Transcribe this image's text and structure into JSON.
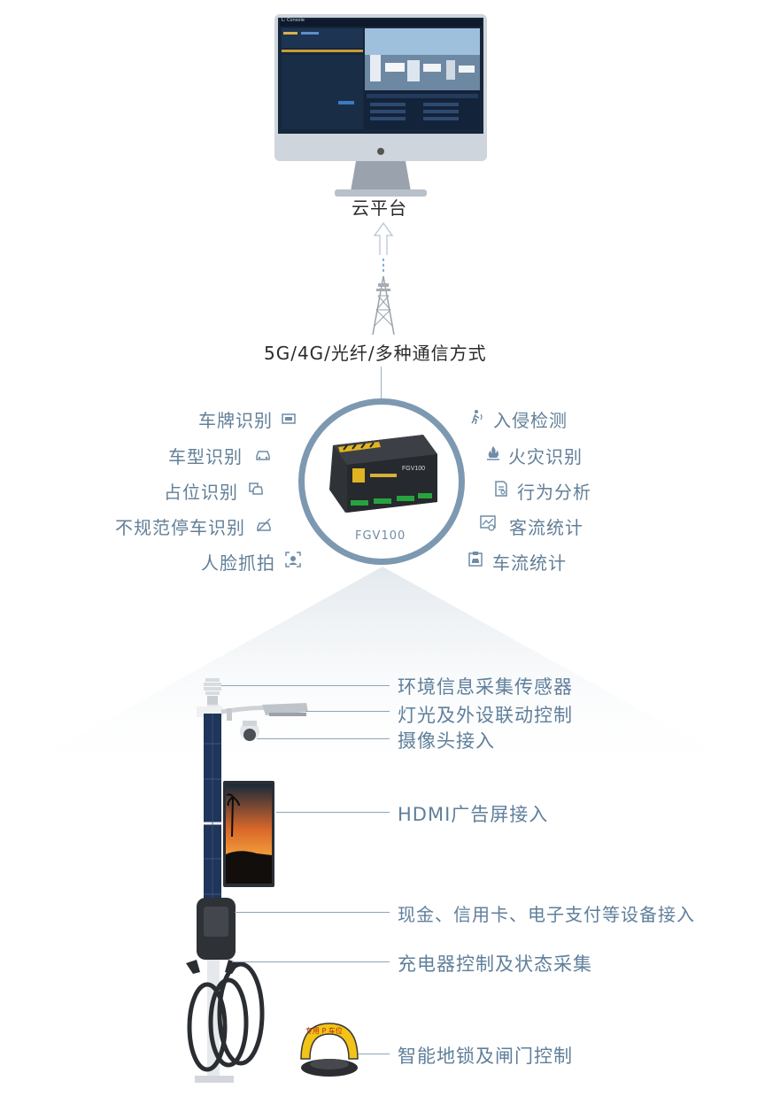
{
  "cloud": {
    "label": "云平台",
    "screen_header": "L: Console"
  },
  "comms": {
    "label": "5G/4G/光纤/多种通信方式"
  },
  "device": {
    "model": "FGV100",
    "panel_label": "FGV100"
  },
  "features_left": [
    {
      "label": "车牌识别",
      "icon": "license-plate-icon"
    },
    {
      "label": "车型识别",
      "icon": "car-icon"
    },
    {
      "label": "占位识别",
      "icon": "parking-occupancy-icon"
    },
    {
      "label": "不规范停车识别",
      "icon": "no-parking-icon"
    },
    {
      "label": "人脸抓拍",
      "icon": "face-capture-icon"
    }
  ],
  "features_right": [
    {
      "label": "入侵检测",
      "icon": "intrusion-icon"
    },
    {
      "label": "火灾识别",
      "icon": "fire-icon"
    },
    {
      "label": "行为分析",
      "icon": "behavior-icon"
    },
    {
      "label": "客流统计",
      "icon": "people-flow-icon"
    },
    {
      "label": "车流统计",
      "icon": "traffic-flow-icon"
    }
  ],
  "pole": {
    "callouts": [
      {
        "label": "环境信息采集传感器"
      },
      {
        "label": "灯光及外设联动控制"
      },
      {
        "label": "摄像头接入"
      },
      {
        "label": "HDMI广告屏接入"
      },
      {
        "label": "现金、信用卡、电子支付等设备接入"
      },
      {
        "label": "充电器控制及状态采集"
      },
      {
        "label": "智能地锁及闸门控制"
      }
    ],
    "lock_label": "专用 P 车位"
  },
  "colors": {
    "accent": "#6f8ca6",
    "text": "#627f98",
    "dark_text": "#2b2b2b",
    "ring": "#7d98b1"
  }
}
